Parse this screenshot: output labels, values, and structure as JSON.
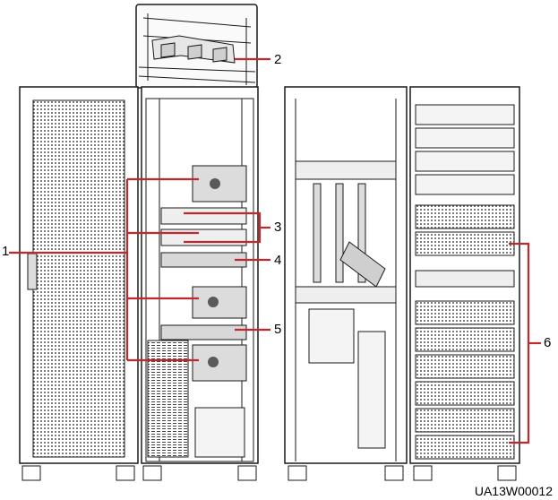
{
  "figure_id": "UA13W00012",
  "callouts": {
    "c1": "1",
    "c2": "2",
    "c3": "3",
    "c4": "4",
    "c5": "5",
    "c6": "6"
  },
  "colors": {
    "leader_line": "#c0282d",
    "outline": "#1a1a1a",
    "panel_fill": "#f4f4f4",
    "dark_fill": "#5a5a5a"
  },
  "icons": [
    "cabinet-door-icon",
    "breaker-icon",
    "power-module-icon",
    "copper-bar-icon"
  ]
}
